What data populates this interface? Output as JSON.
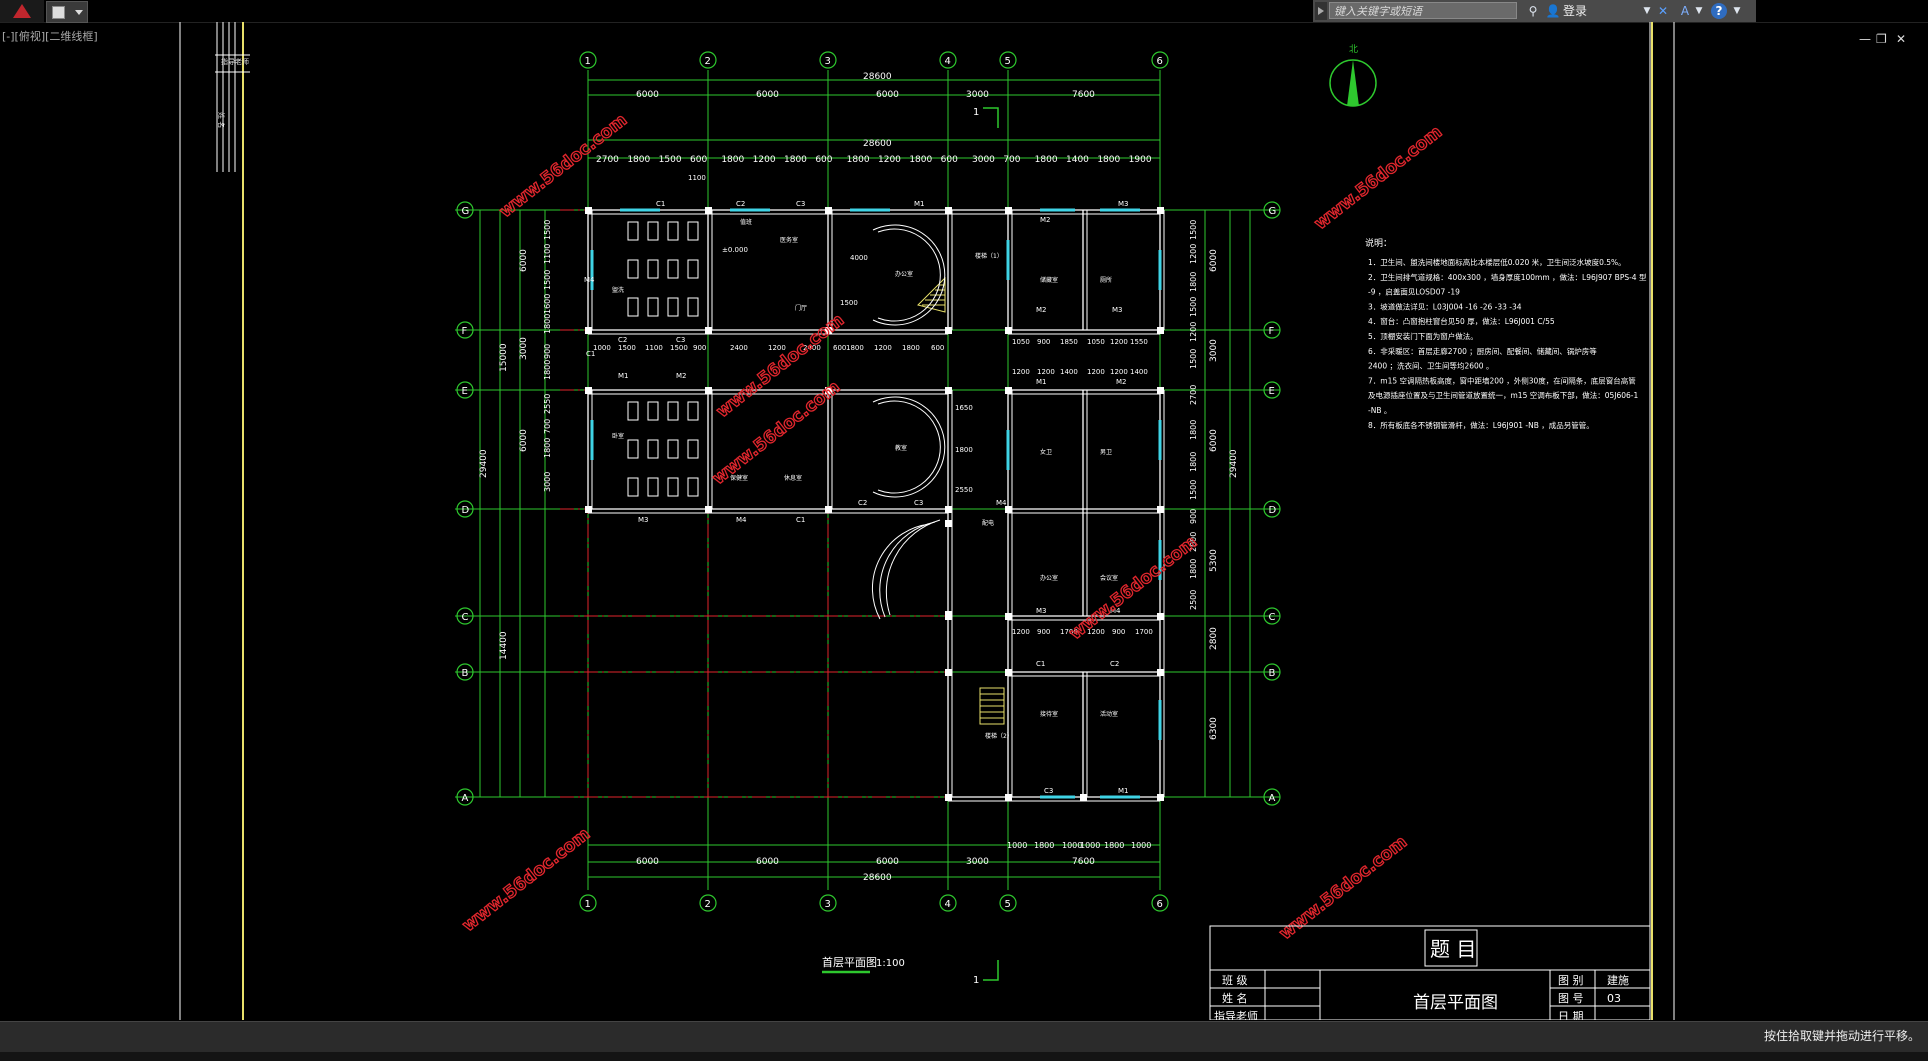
{
  "toolbar": {
    "search_placeholder": "键入关键字或短语",
    "login_label": "登录"
  },
  "viewport_label": "[-][俯视][二维线框]",
  "window_controls": [
    "—",
    "❐",
    "✕"
  ],
  "drawing": {
    "plan_title": "首层平面图",
    "scale": "1:100",
    "section_mark": "1",
    "north_label": "北",
    "grid_numbers": [
      "1",
      "2",
      "3",
      "4",
      "5",
      "6"
    ],
    "grid_letters": [
      "G",
      "F",
      "E",
      "D",
      "C",
      "B",
      "A"
    ],
    "dim_top_total": "28600",
    "dim_top_bays": [
      "6000",
      "6000",
      "6000",
      "3000",
      "7600"
    ],
    "dim_top_detail": [
      "2700",
      "1800",
      "1500",
      "600",
      "1800",
      "1200",
      "1800",
      "600",
      "1800",
      "1200",
      "1800",
      "600",
      "3000",
      "700",
      "1800",
      "1400",
      "1800",
      "1900"
    ],
    "dim_bottom_bays": [
      "6000",
      "6000",
      "6000",
      "3000",
      "7600"
    ],
    "dim_bottom_detail": [
      "1000",
      "1800",
      "1000",
      "1000",
      "1800",
      "1000"
    ],
    "dim_bottom_total": "28600",
    "dim_left_total": "29400",
    "dim_left_sub": [
      "15000",
      "14400"
    ],
    "dim_left_bays": [
      "6000",
      "3000",
      "6000"
    ],
    "dim_left_detail": [
      "1500",
      "1100",
      "1500",
      "1600",
      "1800",
      "900",
      "1800",
      "2550",
      "700",
      "1800",
      "3000"
    ],
    "dim_right_total": "29400",
    "dim_right_bays": [
      "6000",
      "3000",
      "6000",
      "5300",
      "2800",
      "6300"
    ],
    "dim_right_detail": [
      "1500",
      "1200",
      "1800",
      "1500",
      "1200",
      "1500",
      "2700",
      "1800",
      "1800",
      "1500",
      "900",
      "2000",
      "1800",
      "2500"
    ],
    "room_labels": [
      "盥洗",
      "卧室",
      "值班",
      "办公室",
      "教室",
      "储藏室",
      "厕所",
      "女卫",
      "男卫",
      "楼梯（1）",
      "楼梯（2）",
      "办公室",
      "会议室",
      "接待室",
      "活动室",
      "医务室",
      "门厅",
      "配电",
      "休息室",
      "保健室"
    ],
    "window_labels": [
      "C1",
      "C2",
      "C3",
      "M1",
      "M2",
      "M3",
      "M4"
    ],
    "small_dims": [
      "1100",
      "1000",
      "1500",
      "1100",
      "1500",
      "900",
      "2400",
      "1200",
      "2400",
      "600",
      "1800",
      "1200",
      "1800",
      "600",
      "1050",
      "900",
      "1850",
      "1050",
      "1200",
      "1550",
      "1200",
      "1200",
      "1400",
      "1200",
      "1200",
      "1400",
      "1200",
      "900",
      "1700",
      "1200",
      "900",
      "1700",
      "1650",
      "1800",
      "2550",
      "4000",
      "1500",
      "±0.000"
    ],
    "notes_title": "说明：",
    "notes": [
      "1．卫生间、盥洗间楼地面标高比本楼层低0.020 米，卫生间泛水坡度0.5%。",
      "2．卫生间排气道规格：400x300 ，墙身厚度100mm ，做法：L96J907 BPS-4 型",
      "   -9 ，启盖面见LOSD07 -19",
      "3．坡道做法详见：L03J004 -16 -26 -33 -34",
      "4．窗台：凸窗抱柱窗台见50 厚，做法：L96J001 C/55",
      "5．顶棚安装门下面为窗户做法。",
      "6．非采暖区：首层走廊2700 ；厨房间、配餐间、储藏间、锅炉房等",
      "   2400 ；洗衣间、卫生间等均2600 。",
      "7．m15 空调隔热板高度，窗中距墙200 ，外侧30度，在间隔条，底层窗台高管",
      "   及电源插座位置及与卫生间管道放置统一，m15 空调布板下部，做法：05J606-1",
      "   -NB 。",
      "8．所有板底各不锈钢管滑杆，做法：L96J901 -NB ，成品另管管。"
    ],
    "title_block": {
      "heading": "题 目",
      "drawing_name": "首层平面图",
      "rows_left": [
        "班 级",
        "姓 名",
        "指导老师"
      ],
      "rows_right": [
        {
          "k": "图 别",
          "v": "建施"
        },
        {
          "k": "图 号",
          "v": "03"
        },
        {
          "k": "日 期",
          "v": ""
        }
      ]
    },
    "watermarks": [
      "www.56doc.com",
      "www.56doc.com",
      "www.56doc.com",
      "www.56doc.com",
      "www.56doc.com",
      "www.56doc.com",
      "www.56doc.com"
    ],
    "side_text": [
      "指导老师",
      "姓 名"
    ]
  },
  "status": {
    "message": "按住拾取键并拖动进行平移。"
  }
}
